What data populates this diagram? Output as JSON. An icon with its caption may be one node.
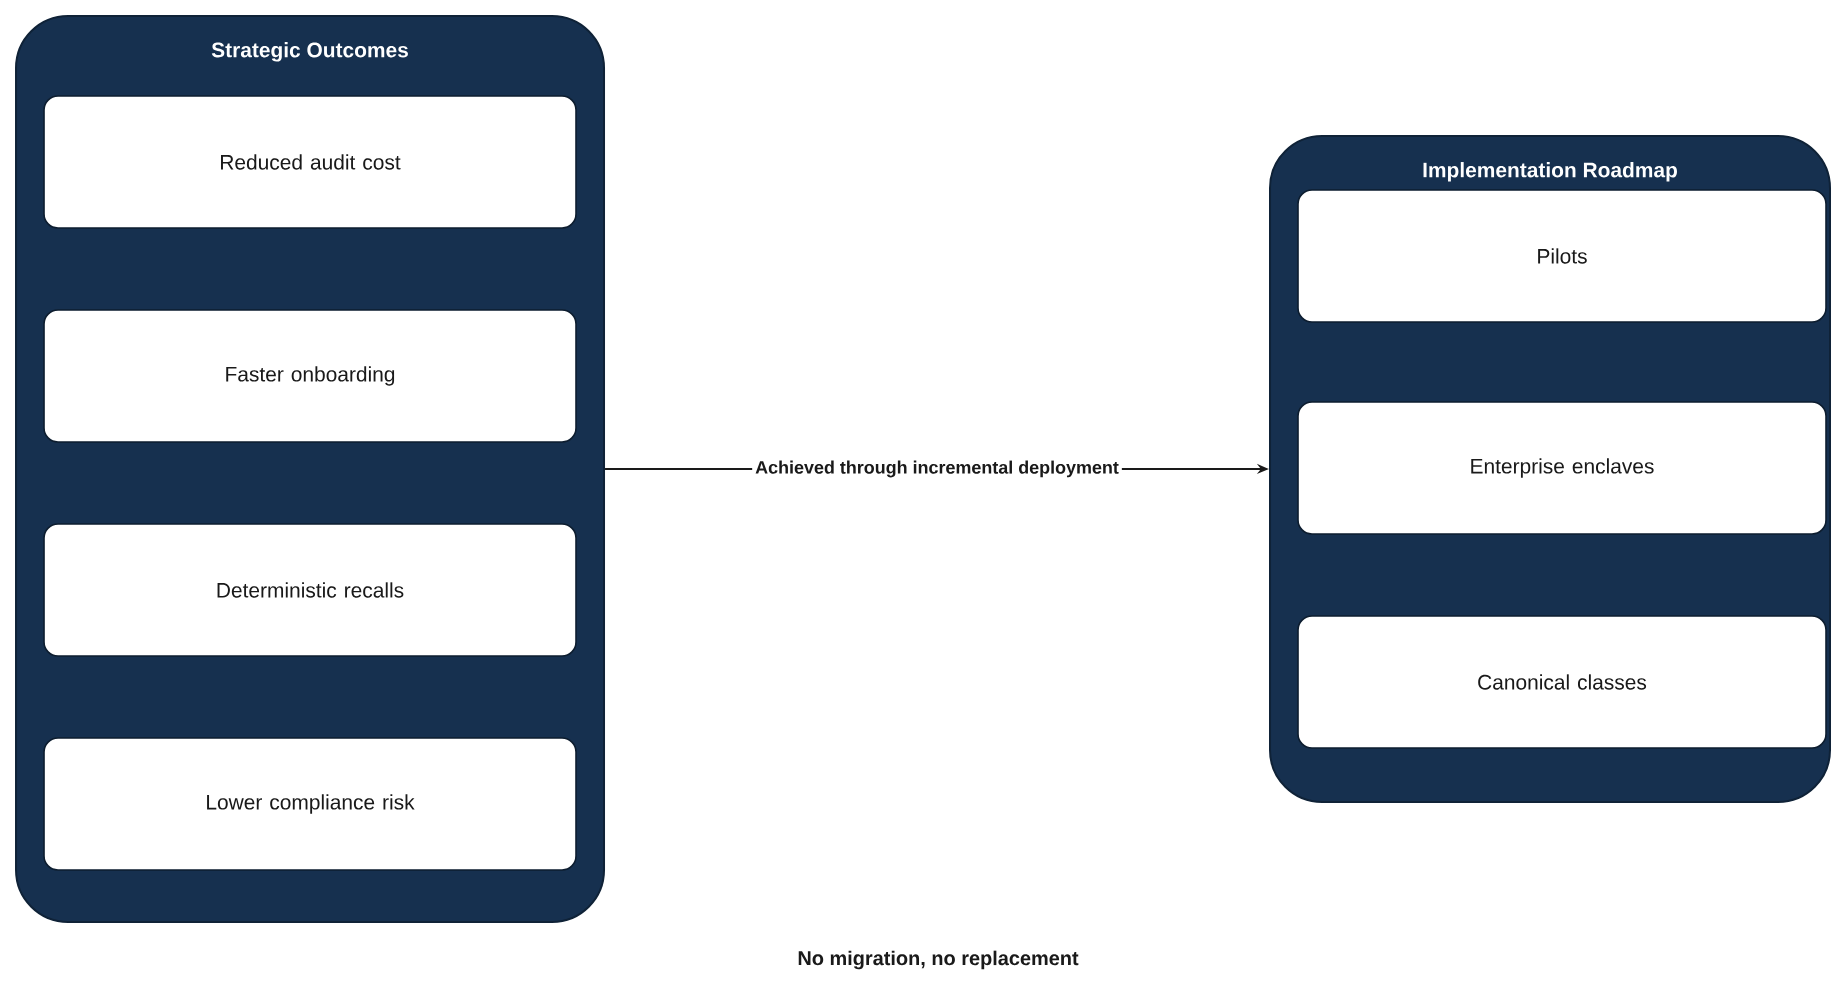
{
  "diagram": {
    "nodes": [
      {
        "text": [
          "Strategic Outcomes"
        ]
      },
      {
        "text": [
          "Reduced audit cost"
        ],
        "in": 0
      },
      {
        "text": [
          "Faster onboarding"
        ],
        "in": 0
      },
      {
        "text": [
          "Deterministic recalls"
        ],
        "in": 0
      },
      {
        "text": [
          "Lower compliance risk"
        ],
        "in": 0
      },
      {
        "text": [
          "Implementation Roadmap"
        ]
      },
      {
        "text": [
          "Pilots"
        ],
        "in": 5
      },
      {
        "text": [
          "Enterprise enclaves"
        ],
        "in": 5
      },
      {
        "text": [
          "Canonical classes"
        ],
        "in": 5
      }
    ],
    "edges": [
      {
        "from": 0,
        "to": 5,
        "arrow": "to",
        "label": "Achieved through incremental deployment"
      }
    ],
    "labels": [
      "No migration, no replacement"
    ]
  }
}
